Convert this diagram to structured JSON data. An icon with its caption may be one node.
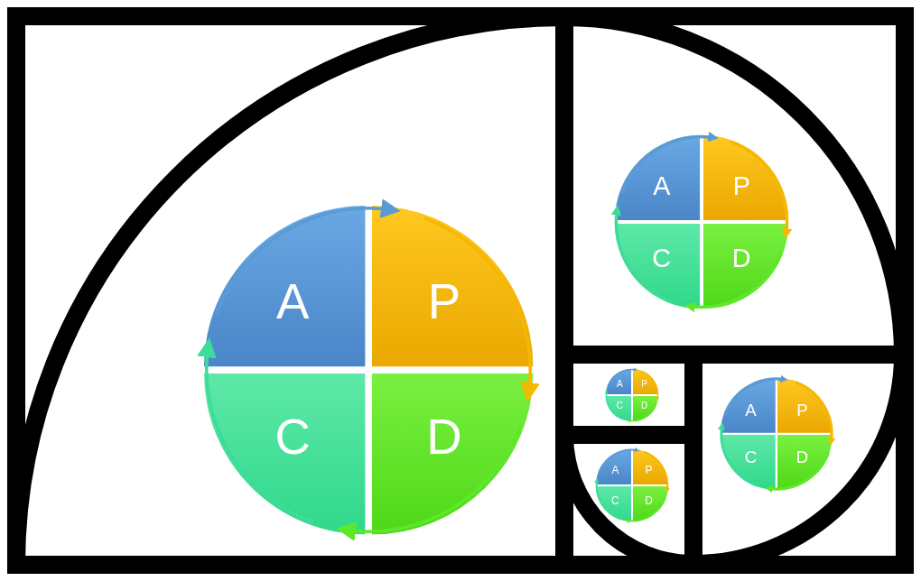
{
  "diagram": {
    "nodes": [
      {
        "text": [
          "A"
        ]
      },
      {
        "text": [
          "P"
        ]
      },
      {
        "text": [
          "C"
        ]
      },
      {
        "text": [
          "D"
        ]
      },
      {
        "text": [
          "A"
        ]
      },
      {
        "text": [
          "P"
        ]
      },
      {
        "text": [
          "C"
        ]
      },
      {
        "text": [
          "D"
        ]
      },
      {
        "text": [
          "A"
        ]
      },
      {
        "text": [
          "P"
        ]
      },
      {
        "text": [
          "C"
        ]
      },
      {
        "text": [
          "D"
        ]
      },
      {
        "text": [
          "A"
        ]
      },
      {
        "text": [
          "P"
        ]
      },
      {
        "text": [
          "C"
        ]
      },
      {
        "text": [
          "D"
        ]
      },
      {
        "text": [
          "A"
        ]
      },
      {
        "text": [
          "P"
        ]
      },
      {
        "text": [
          "C"
        ]
      },
      {
        "text": [
          "D"
        ]
      }
    ],
    "edges": [
      {
        "from": 0,
        "to": 1,
        "arrow": "to",
        "color": "#5b9bd5"
      },
      {
        "from": 1,
        "to": 3,
        "arrow": "to",
        "color": "#f5b800"
      },
      {
        "from": 3,
        "to": 2,
        "arrow": "to",
        "color": "#5ee82a"
      },
      {
        "from": 2,
        "to": 0,
        "arrow": "to",
        "color": "#3ddc9a"
      },
      {
        "from": 4,
        "to": 5,
        "arrow": "to",
        "color": "#5b9bd5"
      },
      {
        "from": 5,
        "to": 7,
        "arrow": "to",
        "color": "#f5b800"
      },
      {
        "from": 7,
        "to": 6,
        "arrow": "to",
        "color": "#5ee82a"
      },
      {
        "from": 6,
        "to": 4,
        "arrow": "to",
        "color": "#3ddc9a"
      },
      {
        "from": 8,
        "to": 9,
        "arrow": "to",
        "color": "#5b9bd5"
      },
      {
        "from": 9,
        "to": 11,
        "arrow": "to",
        "color": "#f5b800"
      },
      {
        "from": 11,
        "to": 10,
        "arrow": "to",
        "color": "#5ee82a"
      },
      {
        "from": 10,
        "to": 8,
        "arrow": "to",
        "color": "#3ddc9a"
      },
      {
        "from": 12,
        "to": 13,
        "arrow": "to",
        "color": "#5b9bd5"
      },
      {
        "from": 13,
        "to": 15,
        "arrow": "to",
        "color": "#f5b800"
      },
      {
        "from": 15,
        "to": 14,
        "arrow": "to",
        "color": "#5ee82a"
      },
      {
        "from": 14,
        "to": 12,
        "arrow": "to",
        "color": "#3ddc9a"
      },
      {
        "from": 16,
        "to": 17,
        "arrow": "to",
        "color": "#5b9bd5"
      },
      {
        "from": 17,
        "to": 19,
        "arrow": "to",
        "color": "#f5b800"
      },
      {
        "from": 19,
        "to": 18,
        "arrow": "to",
        "color": "#5ee82a"
      },
      {
        "from": 18,
        "to": 16,
        "arrow": "to",
        "color": "#3ddc9a"
      }
    ]
  }
}
